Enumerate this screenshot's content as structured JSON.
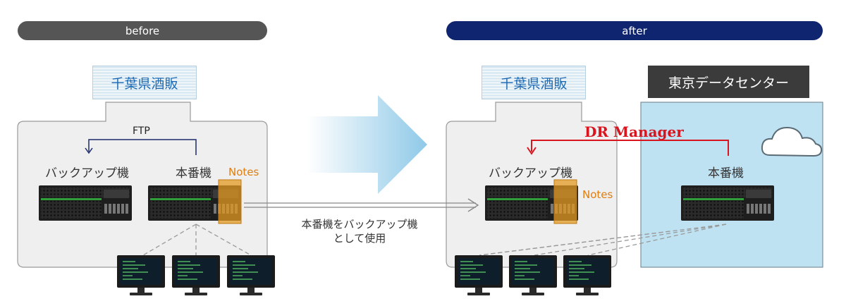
{
  "before": {
    "header": "before",
    "site": "千葉県酒販",
    "ftp": "FTP",
    "backup_label": "バックアップ機",
    "production_label": "本番機",
    "notes": "Notes"
  },
  "after": {
    "header": "after",
    "site": "千葉県酒販",
    "datacenter": "東京データセンター",
    "dr_manager": "DR Manager",
    "backup_label": "バックアップ機",
    "production_label": "本番機",
    "notes": "Notes"
  },
  "transition": {
    "line1": "本番機をバックアップ機",
    "line2": "として使用"
  },
  "colors": {
    "before_pill": "#555555",
    "after_pill": "#0f2570",
    "dr_arrow": "#d8141e",
    "ftp_arrow": "#1b2a6b",
    "notes": "#e07d10",
    "datacenter_bg": "#bfe2f3"
  }
}
